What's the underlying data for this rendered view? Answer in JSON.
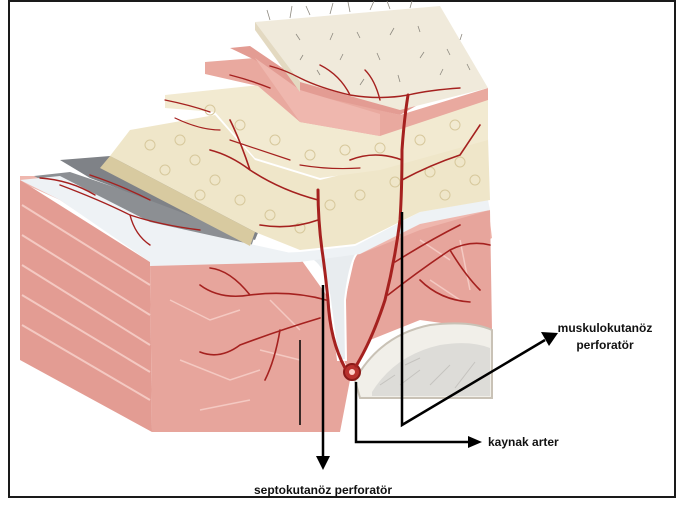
{
  "labels": {
    "muskulokutanoz_line1": "muskulokutanöz",
    "muskulokutanoz_line2": "perforatör",
    "kaynak_arter": "kaynak arter",
    "septokutanoz": "septokutanöz perforatör"
  },
  "colors": {
    "frame": "#1a1a1a",
    "muscle": "#e7a59c",
    "muscle_dark": "#d98b82",
    "muscle_light": "#f2c4bd",
    "fat": "#efe6c9",
    "fat_shadow": "#d8caa0",
    "epidermis": "#f0eadb",
    "fascia": "#e8ecef",
    "fascia_gray": "#8c8f93",
    "bone": "#f1efe9",
    "vessel": "#a5211f",
    "arrow": "#000000"
  }
}
